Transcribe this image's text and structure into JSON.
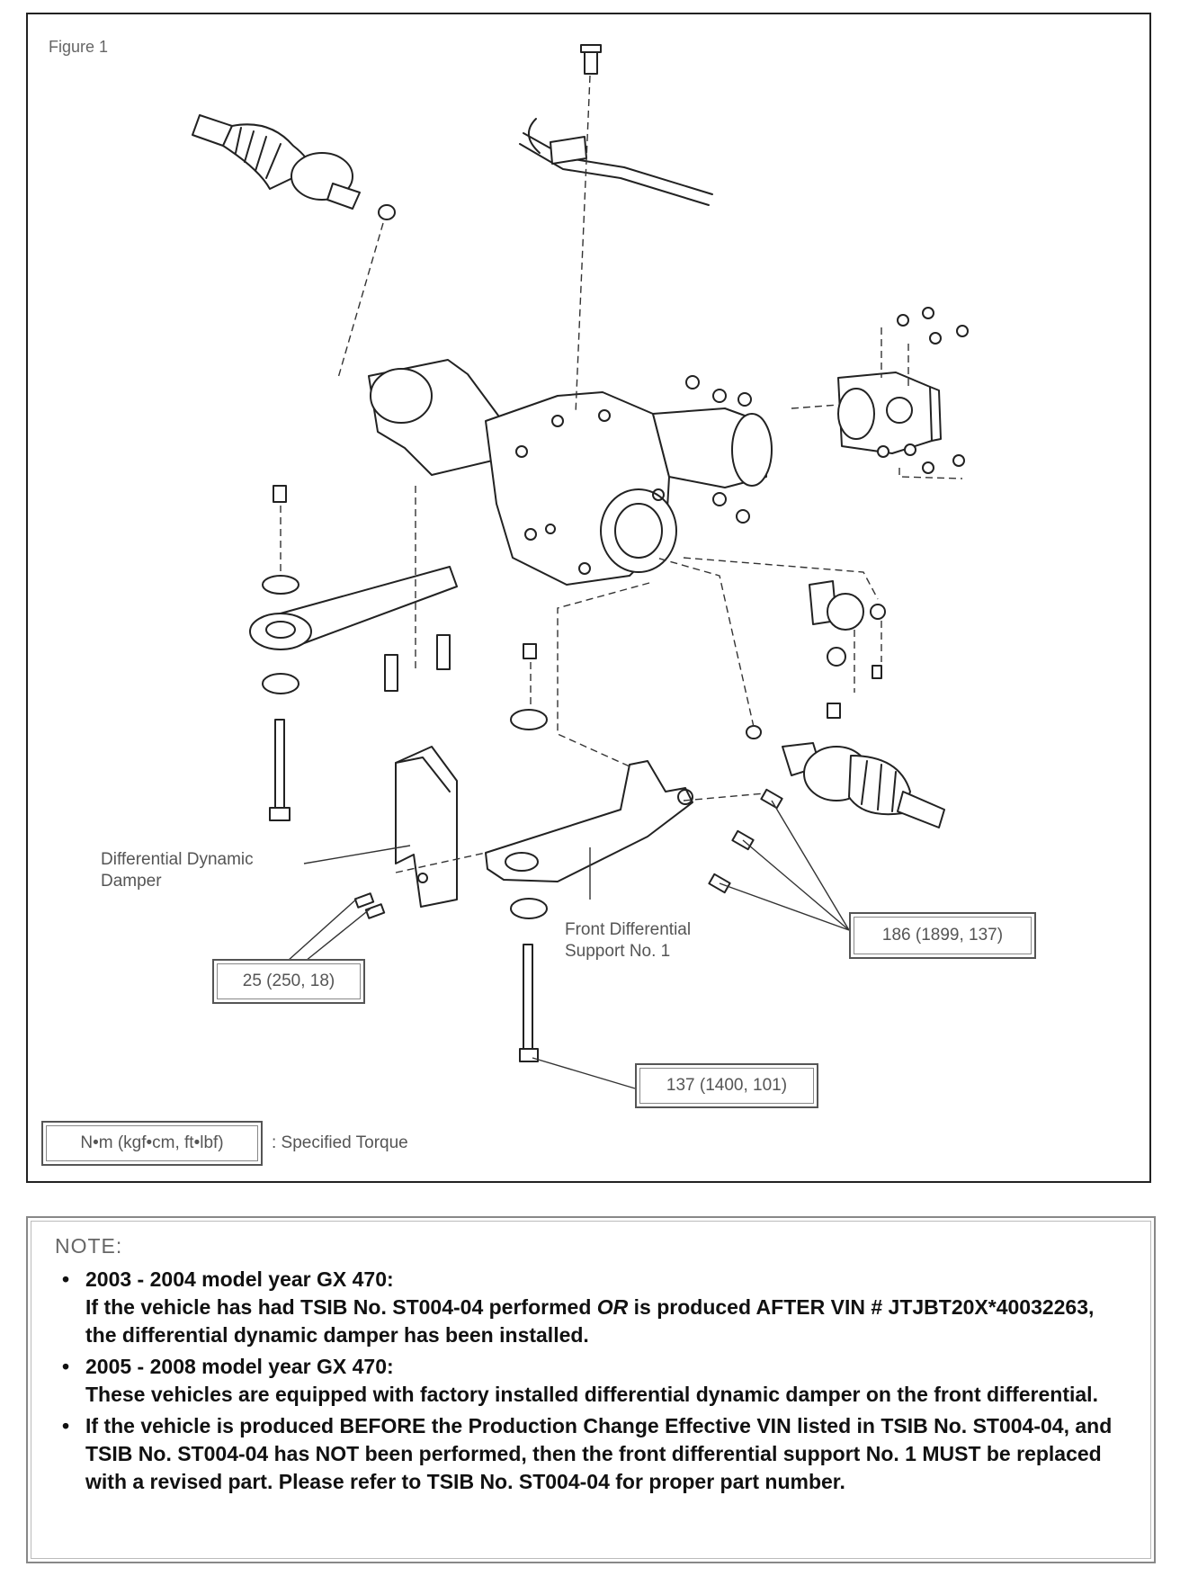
{
  "figure": {
    "title": "Figure 1",
    "labels": {
      "damper": [
        "Differential Dynamic",
        "Damper"
      ],
      "support": [
        "Front Differential",
        "Support No. 1"
      ]
    },
    "torques": {
      "damper_bolts": "25 (250, 18)",
      "support_bolts": "186 (1899, 137)",
      "through_bolt": "137 (1400, 101)"
    },
    "legend": {
      "units": "N•m (kgf•cm, ft•lbf)",
      "description": ": Specified Torque"
    }
  },
  "note": {
    "title": "NOTE:",
    "items": [
      {
        "heading": "2003 - 2004 model year GX 470:",
        "body_before": "If the vehicle has had TSIB No. ST004-04 performed ",
        "body_emphasis": "OR",
        "body_after": " is produced AFTER VIN # JTJBT20X*40032263, the differential dynamic damper has been installed."
      },
      {
        "heading": "2005 - 2008 model year GX 470:",
        "body": "These vehicles are equipped with factory installed differential dynamic damper on the front differential."
      },
      {
        "body": "If the vehicle is produced BEFORE the Production Change Effective VIN listed in TSIB No. ST004-04, and TSIB No. ST004-04 has NOT been performed, then the front differential support No. 1 MUST be replaced with a revised part. Please refer to TSIB No. ST004-04 for proper part number."
      }
    ]
  }
}
